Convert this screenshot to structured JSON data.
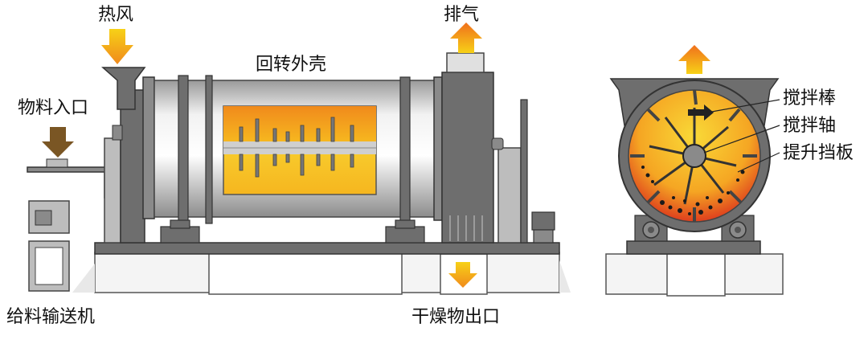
{
  "labels": {
    "hot_air": "热风",
    "exhaust": "排气",
    "rotary_shell": "回转外壳",
    "material_inlet": "物料入口",
    "feed_conveyor": "给料输送机",
    "dry_outlet": "干燥物出口",
    "stir_rod": "搅拌棒",
    "stir_shaft": "搅拌轴",
    "lifting_baffle": "提升挡板"
  },
  "colors": {
    "machine_gray": "#6e6e6e",
    "dark_gray": "#4a4a4a",
    "shell_light": "#e6e6e6",
    "hot_orange": "#f5a623",
    "hot_yellow": "#f7d117",
    "ember_red": "#d9271c",
    "inlet_brown": "#7a5624",
    "concrete": "#f4f4f4"
  }
}
